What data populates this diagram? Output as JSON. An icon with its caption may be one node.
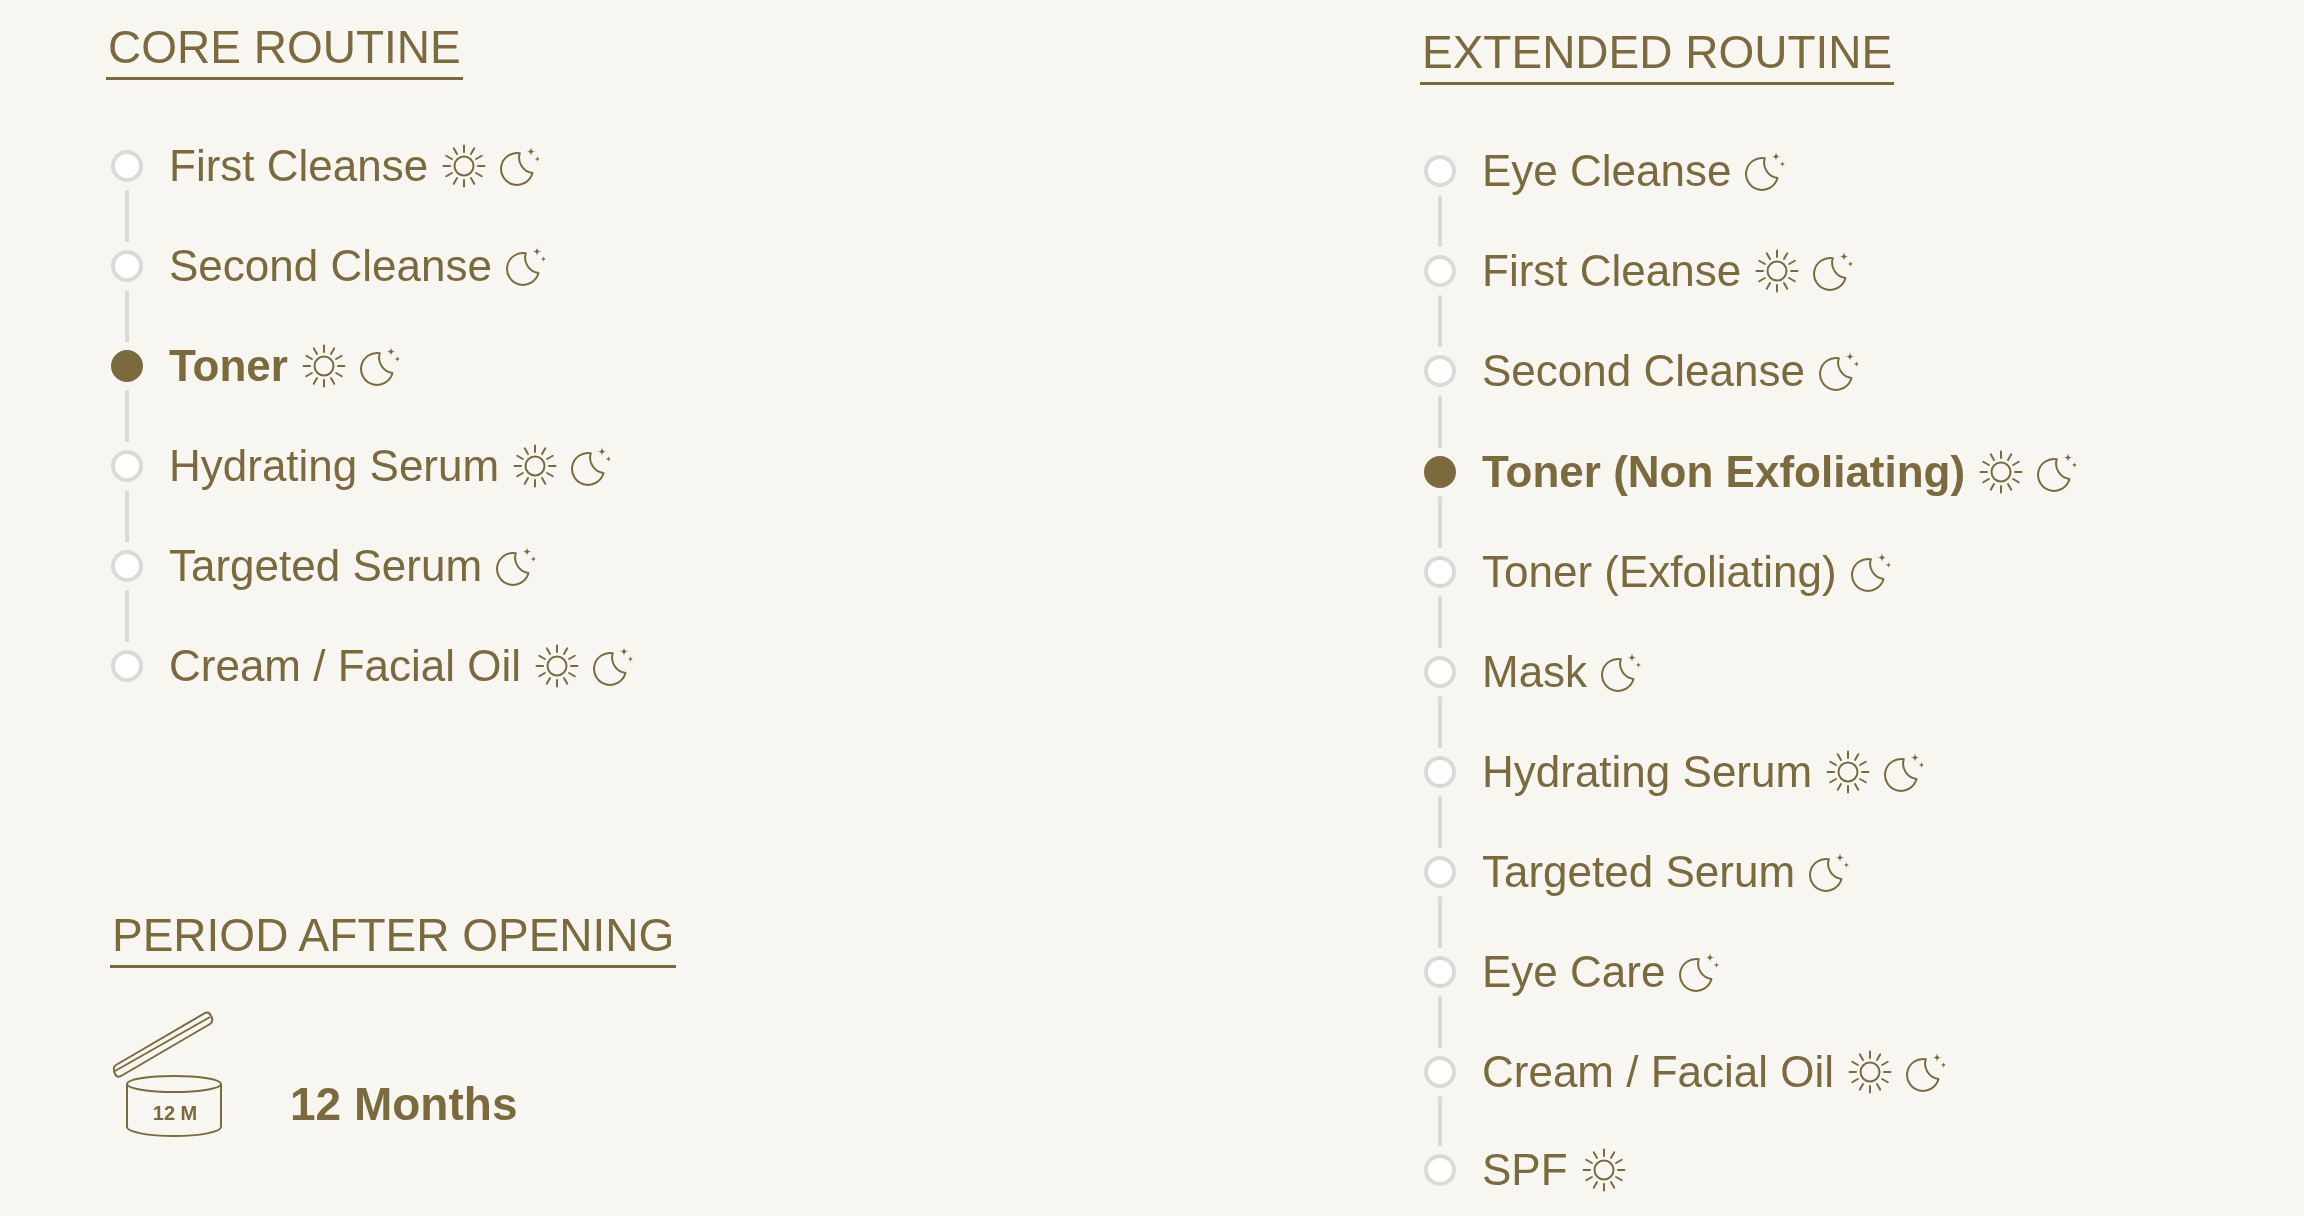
{
  "diagram": {
    "nodes": [
      {
        "text": [
          "First Cleanse"
        ]
      },
      {
        "text": [
          "Second Cleanse"
        ]
      },
      {
        "text": [
          "Toner"
        ]
      },
      {
        "text": [
          "Hydrating Serum"
        ]
      },
      {
        "text": [
          "Targeted Serum"
        ]
      },
      {
        "text": [
          "Cream / Facial Oil"
        ]
      },
      {
        "text": [
          "Eye Cleanse"
        ]
      },
      {
        "text": [
          "First Cleanse"
        ]
      },
      {
        "text": [
          "Second Cleanse"
        ]
      },
      {
        "text": [
          "Toner (Non Exfoliating)"
        ]
      },
      {
        "text": [
          "Toner (Exfoliating)"
        ]
      },
      {
        "text": [
          "Mask"
        ]
      },
      {
        "text": [
          "Hydrating Serum"
        ]
      },
      {
        "text": [
          "Targeted Serum"
        ]
      },
      {
        "text": [
          "Eye Care"
        ]
      },
      {
        "text": [
          "Cream / Facial Oil"
        ]
      },
      {
        "text": [
          "SPF"
        ]
      }
    ],
    "edges": [
      {
        "from": 0,
        "to": 1,
        "arrow": "none"
      },
      {
        "from": 1,
        "to": 2,
        "arrow": "none"
      },
      {
        "from": 2,
        "to": 3,
        "arrow": "none"
      },
      {
        "from": 3,
        "to": 4,
        "arrow": "none"
      },
      {
        "from": 4,
        "to": 5,
        "arrow": "none"
      },
      {
        "from": 6,
        "to": 7,
        "arrow": "none"
      },
      {
        "from": 7,
        "to": 8,
        "arrow": "none"
      },
      {
        "from": 8,
        "to": 9,
        "arrow": "none"
      },
      {
        "from": 9,
        "to": 10,
        "arrow": "none"
      },
      {
        "from": 10,
        "to": 11,
        "arrow": "none"
      },
      {
        "from": 11,
        "to": 12,
        "arrow": "none"
      },
      {
        "from": 12,
        "to": 13,
        "arrow": "none"
      },
      {
        "from": 13,
        "to": 14,
        "arrow": "none"
      },
      {
        "from": 14,
        "to": 15,
        "arrow": "none"
      },
      {
        "from": 15,
        "to": 16,
        "arrow": "none"
      }
    ],
    "labels": [
      "CORE ROUTINE",
      "EXTENDED ROUTINE",
      "PERIOD AFTER OPENING",
      "12 M",
      "12 Months"
    ]
  }
}
